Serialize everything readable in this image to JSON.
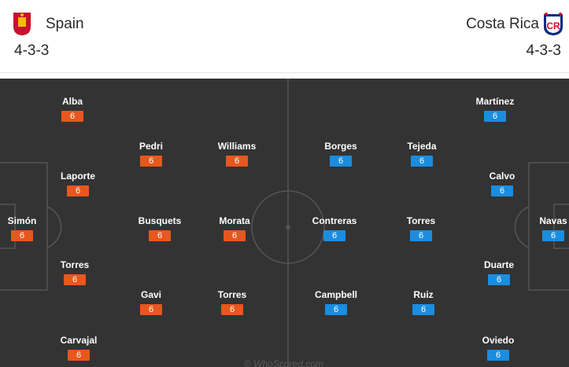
{
  "header": {
    "home": {
      "name": "Spain",
      "formation": "4-3-3",
      "crest_color": "#c8102e",
      "crest_accent": "#f1bf00"
    },
    "away": {
      "name": "Costa Rica",
      "formation": "4-3-3",
      "crest_color": "#002b7f",
      "crest_accent": "#ce1126"
    }
  },
  "colors": {
    "pitch": "#333333",
    "lines": "#555555",
    "home_rating": "#e8571e",
    "away_rating": "#1a8de0"
  },
  "home_players": [
    {
      "name": "Simón",
      "rating": "6"
    },
    {
      "name": "Alba",
      "rating": "6"
    },
    {
      "name": "Laporte",
      "rating": "6"
    },
    {
      "name": "Torres",
      "rating": "6"
    },
    {
      "name": "Carvajal",
      "rating": "6"
    },
    {
      "name": "Pedri",
      "rating": "6"
    },
    {
      "name": "Busquets",
      "rating": "6"
    },
    {
      "name": "Gavi",
      "rating": "6"
    },
    {
      "name": "Williams",
      "rating": "6"
    },
    {
      "name": "Morata",
      "rating": "6"
    },
    {
      "name": "Torres",
      "rating": "6"
    }
  ],
  "away_players": [
    {
      "name": "Navas",
      "rating": "6"
    },
    {
      "name": "Martínez",
      "rating": "6"
    },
    {
      "name": "Calvo",
      "rating": "6"
    },
    {
      "name": "Duarte",
      "rating": "6"
    },
    {
      "name": "Oviedo",
      "rating": "6"
    },
    {
      "name": "Tejeda",
      "rating": "6"
    },
    {
      "name": "Torres",
      "rating": "6"
    },
    {
      "name": "Ruiz",
      "rating": "6"
    },
    {
      "name": "Borges",
      "rating": "6"
    },
    {
      "name": "Contreras",
      "rating": "6"
    },
    {
      "name": "Campbell",
      "rating": "6"
    }
  ],
  "watermark": "© WhoScored.com"
}
